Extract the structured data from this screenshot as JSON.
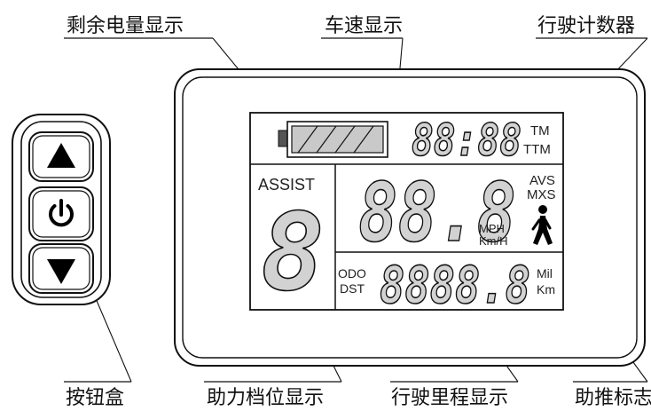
{
  "labels": {
    "battery": "剩余电量显示",
    "speed": "车速显示",
    "trip_counter": "行驶计数器",
    "button_box": "按钮盒",
    "assist_level": "助力档位显示",
    "mileage": "行驶里程显示",
    "walk_assist": "助推标志"
  },
  "lcd": {
    "time_digits": "88:88",
    "tm": "TM",
    "ttm": "TTM",
    "assist": "ASSIST",
    "assist_digit": "8",
    "speed_digits": "88.8",
    "avs": "AVS",
    "mxs": "MXS",
    "mph": "MPH",
    "kmh": "Km/H",
    "odo": "ODO",
    "dst": "DST",
    "odo_digits": "8888.8",
    "mil": "Mil",
    "km": "Km"
  },
  "buttons": {
    "up": "up-arrow-icon",
    "power": "power-icon",
    "down": "down-arrow-icon"
  }
}
